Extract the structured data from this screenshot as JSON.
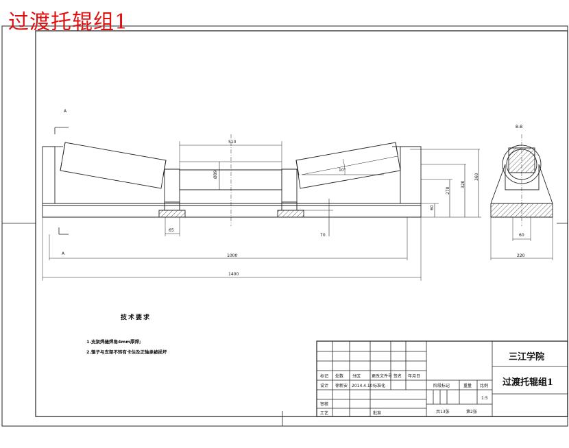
{
  "drawing": {
    "title_overlay": "过渡托辊组1",
    "view_label": "B-B",
    "dimensions": {
      "top_span": "510",
      "center_roll_height": "Ø89",
      "angle": "10°",
      "h_270": "270",
      "h_320": "320",
      "h_360": "360",
      "h_60": "60",
      "w_65": "65",
      "h_70": "70",
      "overall_1000": "1000",
      "overall_1400": "1400",
      "section_60": "60",
      "section_220": "220"
    },
    "technical_requirements": {
      "heading": "技术要求",
      "items": [
        "1.支架焊缝焊角4mm厚焊;",
        "2.辊子与支架不转有卡住及正轴承被损坏"
      ]
    },
    "title_block": {
      "school": "三江学院",
      "drawing_name": "过渡托辊组1",
      "row_labels": {
        "mark": "标记",
        "qty": "处数",
        "zone": "分区",
        "doc_no": "更改文件号",
        "sign": "签名",
        "date": "年月日",
        "design": "设计",
        "designer": "徐新安",
        "design_date": "2014.4.10",
        "std": "标准化",
        "review": "审核",
        "craft": "工艺",
        "approve": "批准"
      },
      "stage_label": "阶段标记",
      "weight_label": "重量",
      "scale_label": "比例",
      "scale_value": "1:5",
      "sheets_total": "共13张",
      "sheet_no": "第2张"
    }
  }
}
